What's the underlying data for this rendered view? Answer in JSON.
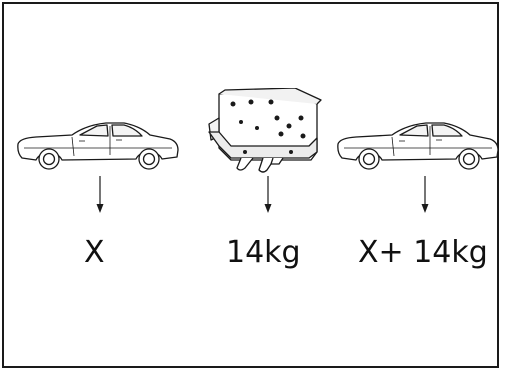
{
  "labels": {
    "left": "X",
    "middle": "14kg",
    "right": "X+ 14kg"
  },
  "icons": {
    "left": "car-icon",
    "middle": "mounting-bracket-icon",
    "right": "car-icon"
  },
  "colors": {
    "line": "#1a1a1a",
    "background": "#ffffff"
  }
}
